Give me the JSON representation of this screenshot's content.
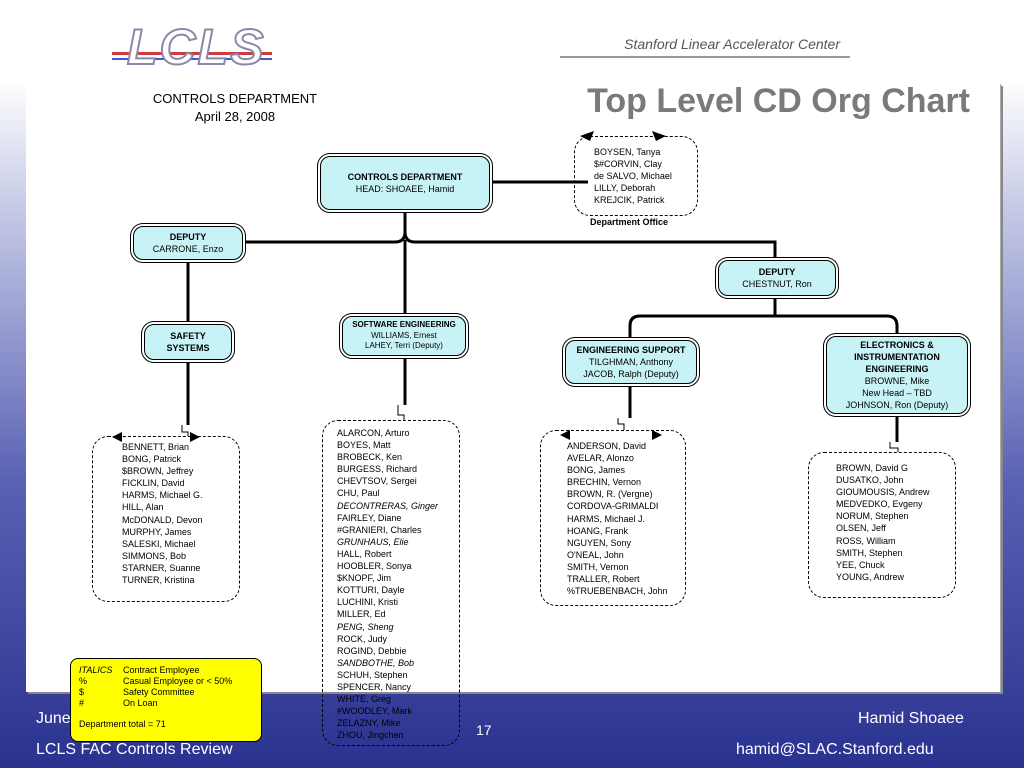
{
  "header": {
    "logo": "LCLS",
    "org": "Stanford Linear Accelerator Center"
  },
  "dept_title": {
    "line1": "CONTROLS DEPARTMENT",
    "line2": "April 28, 2008"
  },
  "main_title": "Top Level CD Org Chart",
  "nodes": {
    "controls": {
      "line1": "CONTROLS DEPARTMENT",
      "line2": "HEAD: SHOAEE, Hamid"
    },
    "deputy_left": {
      "line1": "DEPUTY",
      "line2": "CARRONE, Enzo"
    },
    "deputy_right": {
      "line1": "DEPUTY",
      "line2": "CHESTNUT, Ron"
    },
    "safety": {
      "line1": "SAFETY",
      "line2": "SYSTEMS"
    },
    "software": {
      "line1": "SOFTWARE ENGINEERING",
      "line2": "WILLIAMS, Ernest",
      "line3": "LAHEY, Terri (Deputy)"
    },
    "eng_support": {
      "line1": "ENGINEERING SUPPORT",
      "line2": "TILGHMAN, Anthony",
      "line3": "JACOB, Ralph (Deputy)"
    },
    "electronics": {
      "line1": "ELECTRONICS &",
      "line2": "INSTRUMENTATION",
      "line3": "ENGINEERING",
      "line4": "BROWNE, Mike",
      "line5": "New Head – TBD",
      "line6": "JOHNSON, Ron (Deputy)"
    }
  },
  "department_office": {
    "label": "Department Office",
    "members": [
      "BOYSEN, Tanya",
      "$#CORVIN, Clay",
      "de SALVO, Michael",
      "LILLY, Deborah",
      "KREJCIK, Patrick"
    ]
  },
  "safety_members": [
    "BENNETT, Brian",
    "BONG, Patrick",
    "$BROWN, Jeffrey",
    "FICKLIN, David",
    "HARMS, Michael G.",
    "HILL, Alan",
    "McDONALD, Devon",
    "MURPHY, James",
    "SALESKI, Michael",
    "SIMMONS, Bob",
    "STARNER, Suanne",
    "TURNER, Kristina"
  ],
  "software_members": [
    "ALARCON, Arturo",
    "BOYES, Matt",
    "BROBECK, Ken",
    "BURGESS, Richard",
    "CHEVTSOV, Sergei",
    "CHU, Paul",
    "DECONTRERAS, Ginger",
    "FAIRLEY, Diane",
    "#GRANIERI, Charles",
    "GRUNHAUS, Elie",
    "HALL, Robert",
    "HOOBLER, Sonya",
    "$KNOPF, Jim",
    "KOTTURI, Dayle",
    "LUCHINI, Kristi",
    "MILLER, Ed",
    "PENG, Sheng",
    "ROCK, Judy",
    "ROGIND, Debbie",
    "SANDBOTHE, Bob",
    "SCHUH, Stephen",
    "SPENCER, Nancy",
    "WHITE, Greg",
    "#WOODLEY, Mark",
    "ZELAZNY, Mike",
    "ZHOU, Jingchen"
  ],
  "eng_support_members": [
    "ANDERSON, David",
    "AVELAR, Alonzo",
    "BONG, James",
    "BRECHIN, Vernon",
    "BROWN, R. (Vergne)",
    "CORDOVA-GRIMALDI",
    "HARMS, Michael J.",
    "HOANG, Frank",
    "NGUYEN, Sony",
    "O'NEAL, John",
    "SMITH, Vernon",
    "TRALLER, Robert",
    "%TRUEBENBACH, John"
  ],
  "electronics_members": [
    "BROWN, David G",
    "DUSATKO, John",
    "GIOUMOUSIS, Andrew",
    "MEDVEDKO, Evgeny",
    "NORUM, Stephen",
    "OLSEN, Jeff",
    "ROSS, William",
    "SMITH, Stephen",
    "YEE, Chuck",
    "YOUNG, Andrew"
  ],
  "legend": {
    "rows": [
      {
        "k": "ITALICS",
        "v": "Contract Employee"
      },
      {
        "k": "%",
        "v": "Casual Employee or < 50%"
      },
      {
        "k": "$",
        "v": "Safety Committee"
      },
      {
        "k": "#",
        "v": "On Loan"
      }
    ],
    "total": "Department total = 71"
  },
  "footer": {
    "date": "June",
    "event": "LCLS FAC Controls Review",
    "page": "17",
    "name": "Hamid Shoaee",
    "email": "hamid@SLAC.Stanford.edu"
  }
}
